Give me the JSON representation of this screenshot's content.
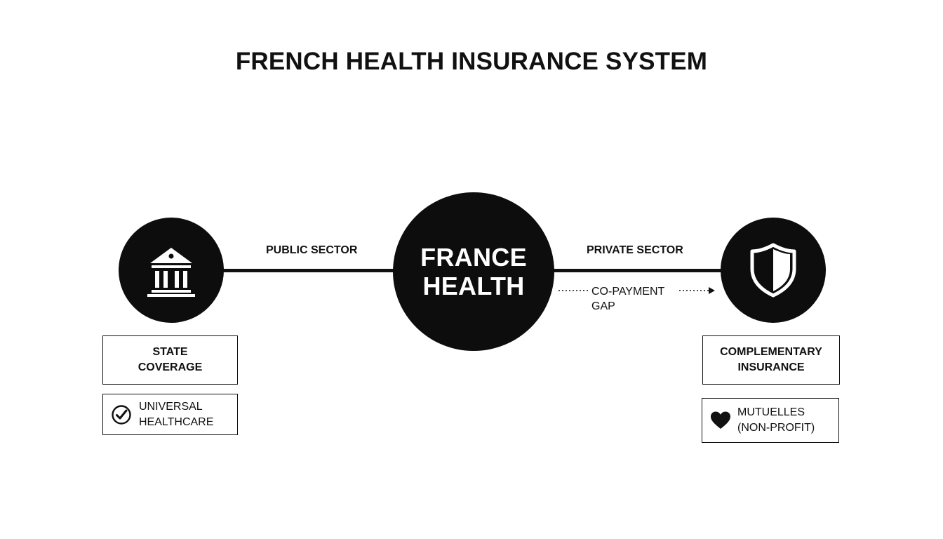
{
  "title": "FRENCH HEALTH INSURANCE SYSTEM",
  "center": {
    "line1": "FRANCE",
    "line2": "HEALTH"
  },
  "public": {
    "sector_label": "PUBLIC SECTOR",
    "node_icon": "government-building-icon",
    "box": {
      "line1": "STATE",
      "line2": "COVERAGE"
    },
    "feature": {
      "icon": "check-circle-icon",
      "line1": "UNIVERSAL",
      "line2": "HEALTHCARE"
    }
  },
  "private": {
    "sector_label": "PRIVATE SECTOR",
    "node_icon": "shield-icon",
    "copayment": {
      "line1": "CO-PAYMENT",
      "line2": "GAP"
    },
    "box": {
      "line1": "COMPLEMENTARY",
      "line2": "INSURANCE"
    },
    "feature": {
      "icon": "heart-icon",
      "line1": "MUTUELLES",
      "line2": "(NON-PROFIT)"
    }
  },
  "colors": {
    "ink": "#111111",
    "node_fill": "#0d0d0d",
    "background": "#ffffff"
  }
}
